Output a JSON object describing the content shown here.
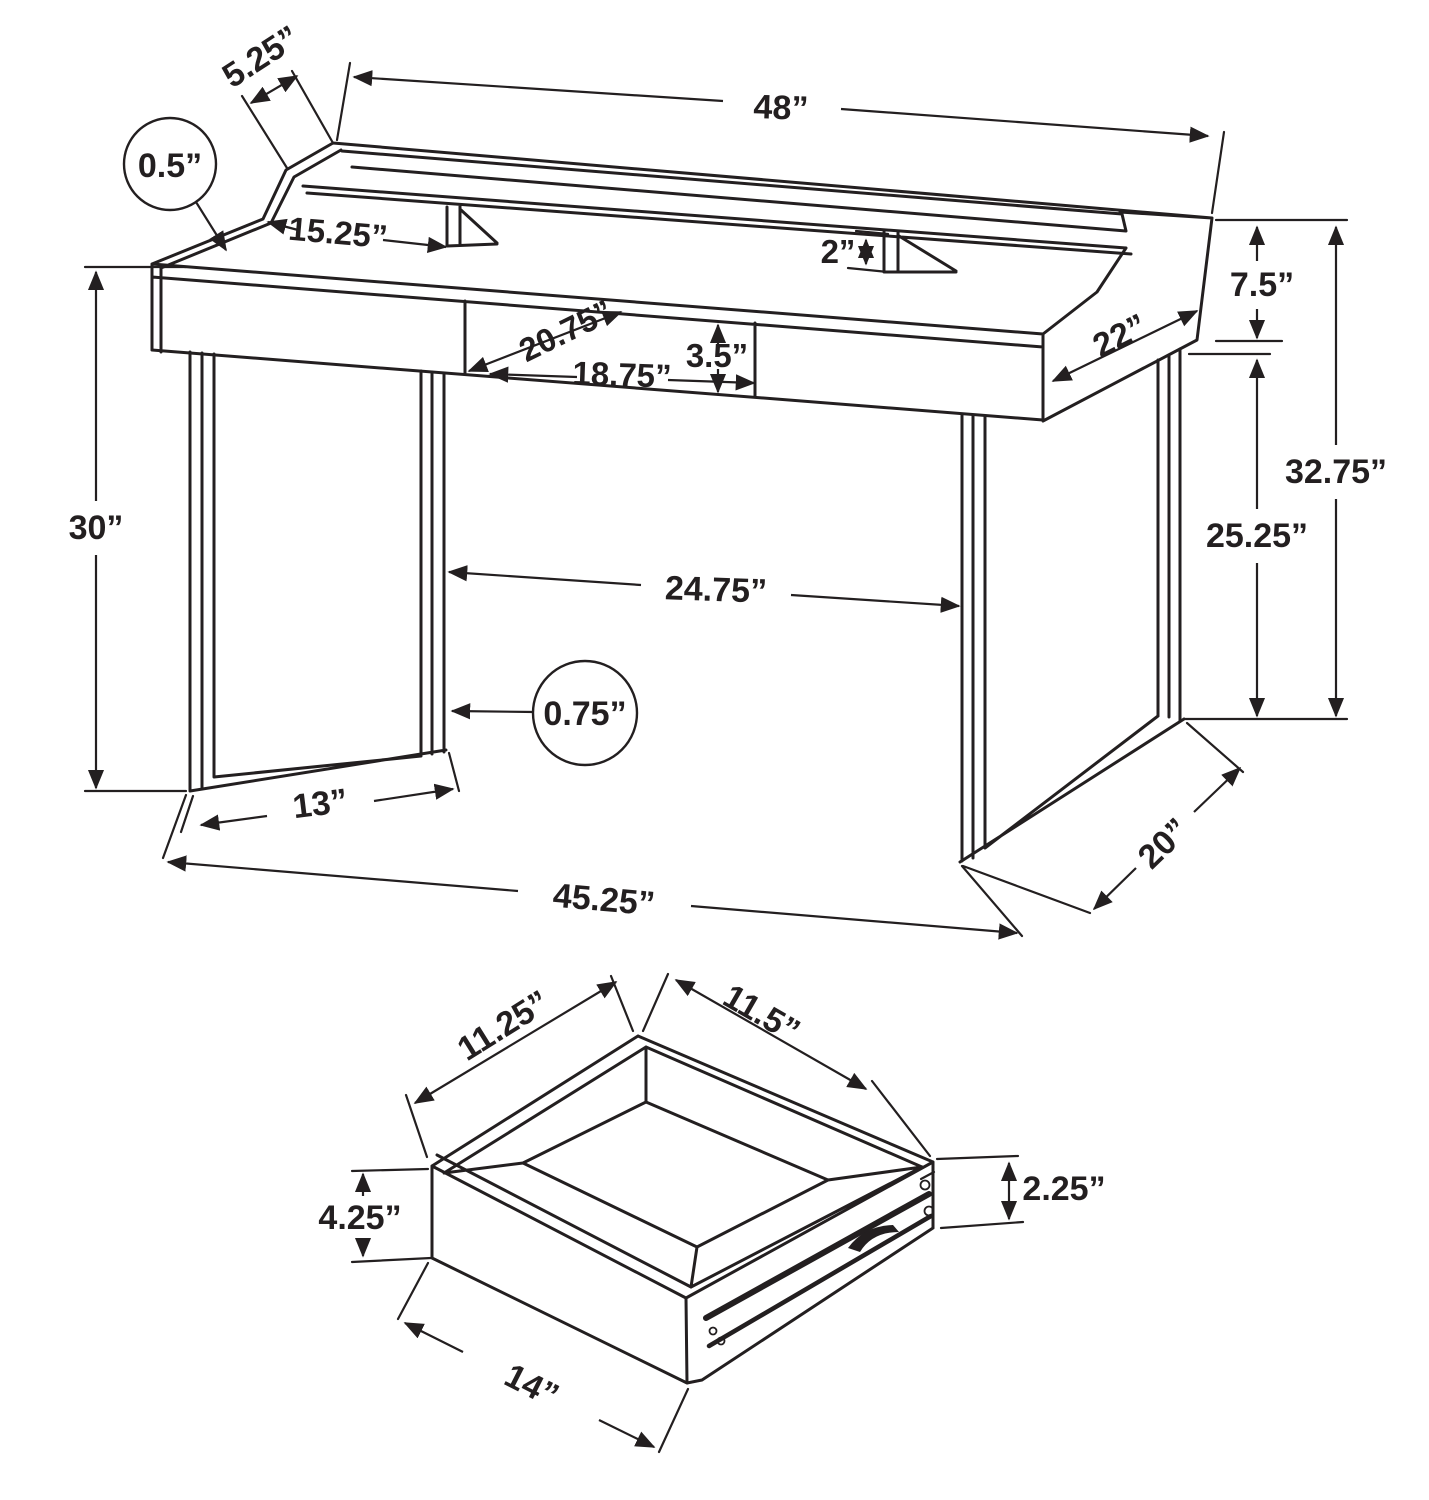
{
  "drawing": {
    "title": "Desk dimensional drawing",
    "units": "inches",
    "desk": {
      "dims": {
        "shelf_depth": "5.25”",
        "overall_width": "48”",
        "lip_thickness": "0.5”",
        "cubby_width": "15.25”",
        "divider_height": "2”",
        "hutch_height": "7.5”",
        "overall_depth": "22”",
        "overall_height": "32.75”",
        "clearance_height": "25.25”",
        "desktop_height": "30”",
        "drawer_front_width": "20.75”",
        "drawer_opening_width": "18.75”",
        "apron_height": "3.5”",
        "knee_clearance_width": "24.75”",
        "leg_tube_thickness": "0.75”",
        "leg_foot_depth": "13”",
        "leg_span_width": "45.25”",
        "leg_base_depth": "20”"
      }
    },
    "drawer": {
      "dims": {
        "interior_width": "11.25”",
        "interior_depth": "11.5”",
        "side_height": "2.25”",
        "front_height": "4.25”",
        "front_width": "14”"
      }
    },
    "colors": {
      "ink": "#231f20",
      "paper": "#ffffff"
    }
  }
}
